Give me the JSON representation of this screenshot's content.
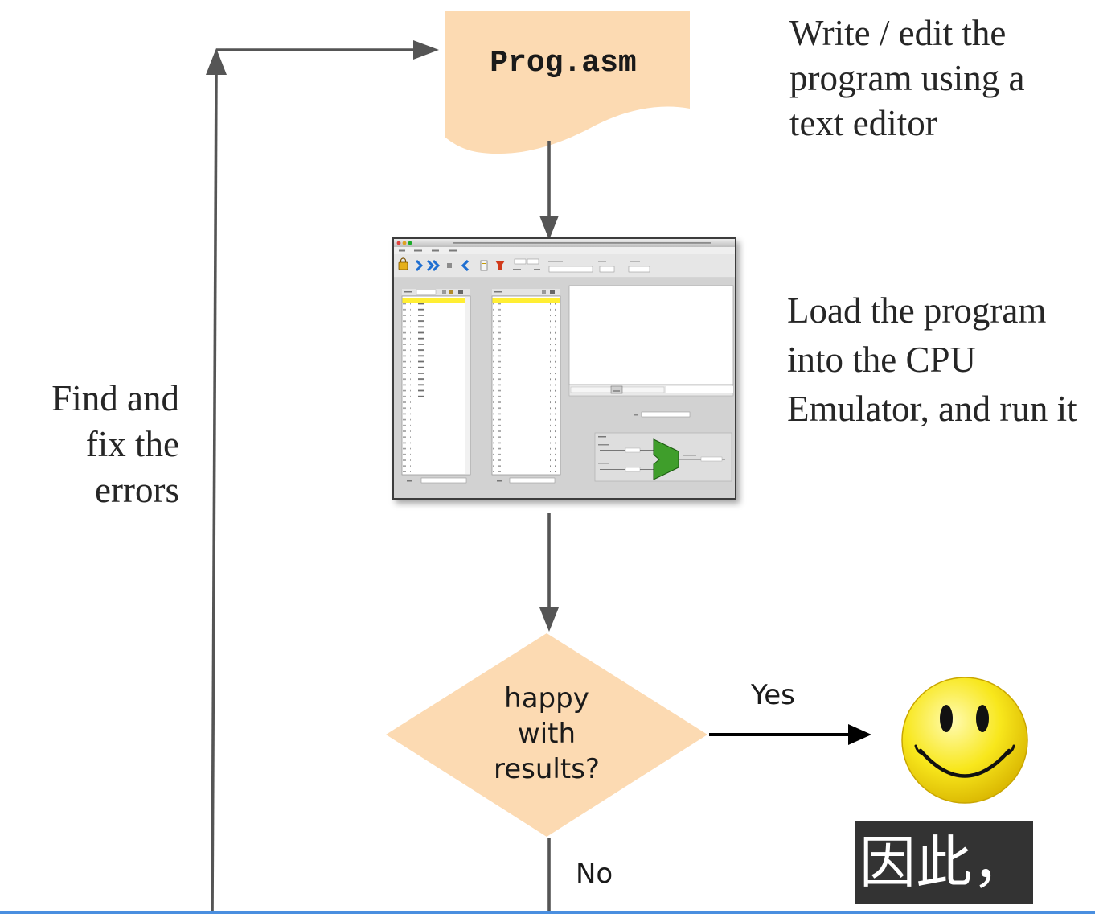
{
  "flow": {
    "source_file": {
      "label": "Prog.asm"
    },
    "decision": {
      "lines": [
        "happy",
        "with",
        "results?"
      ]
    },
    "yes_label": "Yes",
    "no_label": "No",
    "outcome_icon": "smiley-face-icon"
  },
  "notes": {
    "write_edit": [
      "Write / edit the",
      "program using a",
      "text editor"
    ],
    "load_run": [
      "Load the program",
      "into the CPU",
      "Emulator, and run it"
    ],
    "find_fix": [
      "Find and",
      "fix the",
      "errors"
    ]
  },
  "subtitle": {
    "text": "因此，"
  },
  "colors": {
    "shape_fill": "#fcdab2",
    "arrow": "#555555",
    "yes_arrow": "#000000",
    "text": "#262626",
    "subtitle_bg": "#333333",
    "subtitle_text": "#ffffff",
    "bottom_line": "#4a8fe0",
    "smiley_yellow": "#f8e71c",
    "alu_green": "#3f9e2b",
    "row_highlight": "#ffee33"
  }
}
